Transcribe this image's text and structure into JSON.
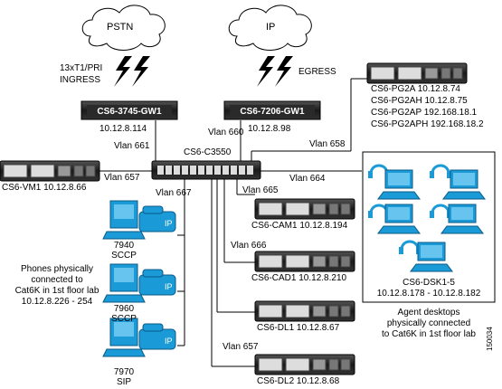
{
  "clouds": {
    "pstn": "PSTN",
    "ip": "IP"
  },
  "links": {
    "ingress_line1": "13xT1/PRI",
    "ingress_line2": "INGRESS",
    "egress": "EGRESS"
  },
  "routers": {
    "gw1": {
      "name": "CS6-3745-GW1",
      "ip": "10.12.8.114"
    },
    "gw2": {
      "name": "CS6-7206-GW1",
      "ip": "10.12.8.98"
    }
  },
  "vlans": {
    "v661": "Vlan 661",
    "v660": "Vlan 660",
    "v658": "Vlan 658",
    "v657_top": "Vlan 657",
    "v664": "Vlan 664",
    "v667": "Vlan 667",
    "v665": "Vlan 665",
    "v666": "Vlan 666",
    "v657_bottom": "Vlan 657"
  },
  "switch": {
    "name": "CS6-C3550"
  },
  "servers": {
    "vm1": "CS6-VM1 10.12.8.66",
    "pg_list": [
      "CS6-PG2A  10.12.8.74",
      "CS6-PG2AH  10.12.8.75",
      "CS6-PG2AP  192.168.18.1",
      "CS6-PG2APH 192.168.18.2"
    ],
    "cam1": "CS6-CAM1 10.12.8.194",
    "cad1": "CS6-CAD1 10.12.8.210",
    "dl1": "CS6-DL1 10.12.8.67",
    "dl2": "CS6-DL2 10.12.8.68"
  },
  "phones": [
    {
      "model": "7940",
      "proto": "SCCP"
    },
    {
      "model": "7960",
      "proto": "SCCP"
    },
    {
      "model": "7970",
      "proto": "SIP"
    }
  ],
  "phones_note": [
    "Phones physically",
    "connected to",
    "Cat6K in 1st floor lab",
    "10.12.8.226 - 254"
  ],
  "desktops": {
    "name": "CS6-DSK1-5",
    "range": "10.12.8.178 - 10.12.8.182",
    "note": [
      "Agent desktops",
      "physically connected",
      "to Cat6K in 1st floor lab"
    ]
  },
  "figure_id": "150034",
  "colors": {
    "device_blue": "#1a9ad6",
    "device_dark": "#1c1c1c",
    "line": "#000000"
  }
}
